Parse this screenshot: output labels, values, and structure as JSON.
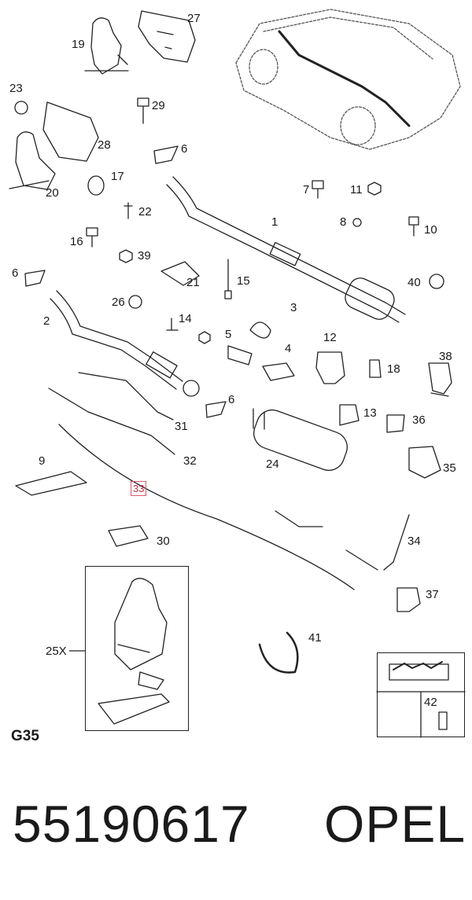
{
  "diagram": {
    "section_code": "G35",
    "assembly_label": "25X",
    "callouts": [
      {
        "id": "c19",
        "text": "19"
      },
      {
        "id": "c27",
        "text": "27"
      },
      {
        "id": "c23",
        "text": "23"
      },
      {
        "id": "c29",
        "text": "29"
      },
      {
        "id": "c28",
        "text": "28"
      },
      {
        "id": "c6a",
        "text": "6"
      },
      {
        "id": "c20",
        "text": "20"
      },
      {
        "id": "c17",
        "text": "17"
      },
      {
        "id": "c7",
        "text": "7"
      },
      {
        "id": "c11",
        "text": "11"
      },
      {
        "id": "c22",
        "text": "22"
      },
      {
        "id": "c1",
        "text": "1"
      },
      {
        "id": "c8",
        "text": "8"
      },
      {
        "id": "c10",
        "text": "10"
      },
      {
        "id": "c16",
        "text": "16"
      },
      {
        "id": "c39",
        "text": "39"
      },
      {
        "id": "c6b",
        "text": "6"
      },
      {
        "id": "c21",
        "text": "21"
      },
      {
        "id": "c15",
        "text": "15"
      },
      {
        "id": "c40",
        "text": "40"
      },
      {
        "id": "c26",
        "text": "26"
      },
      {
        "id": "c3",
        "text": "3"
      },
      {
        "id": "c2",
        "text": "2"
      },
      {
        "id": "c14",
        "text": "14"
      },
      {
        "id": "c5",
        "text": "5"
      },
      {
        "id": "c4",
        "text": "4"
      },
      {
        "id": "c12",
        "text": "12"
      },
      {
        "id": "c38",
        "text": "38"
      },
      {
        "id": "c18",
        "text": "18"
      },
      {
        "id": "c6c",
        "text": "6"
      },
      {
        "id": "c31",
        "text": "31"
      },
      {
        "id": "c13",
        "text": "13"
      },
      {
        "id": "c36",
        "text": "36"
      },
      {
        "id": "c9",
        "text": "9"
      },
      {
        "id": "c32",
        "text": "32"
      },
      {
        "id": "c24",
        "text": "24"
      },
      {
        "id": "c35",
        "text": "35"
      },
      {
        "id": "c33",
        "text": "33"
      },
      {
        "id": "c30",
        "text": "30"
      },
      {
        "id": "c34",
        "text": "34"
      },
      {
        "id": "c37",
        "text": "37"
      },
      {
        "id": "c41",
        "text": "41"
      },
      {
        "id": "c42",
        "text": "42"
      }
    ]
  },
  "footer": {
    "part_number": "55190617",
    "brand": "OPEL"
  }
}
